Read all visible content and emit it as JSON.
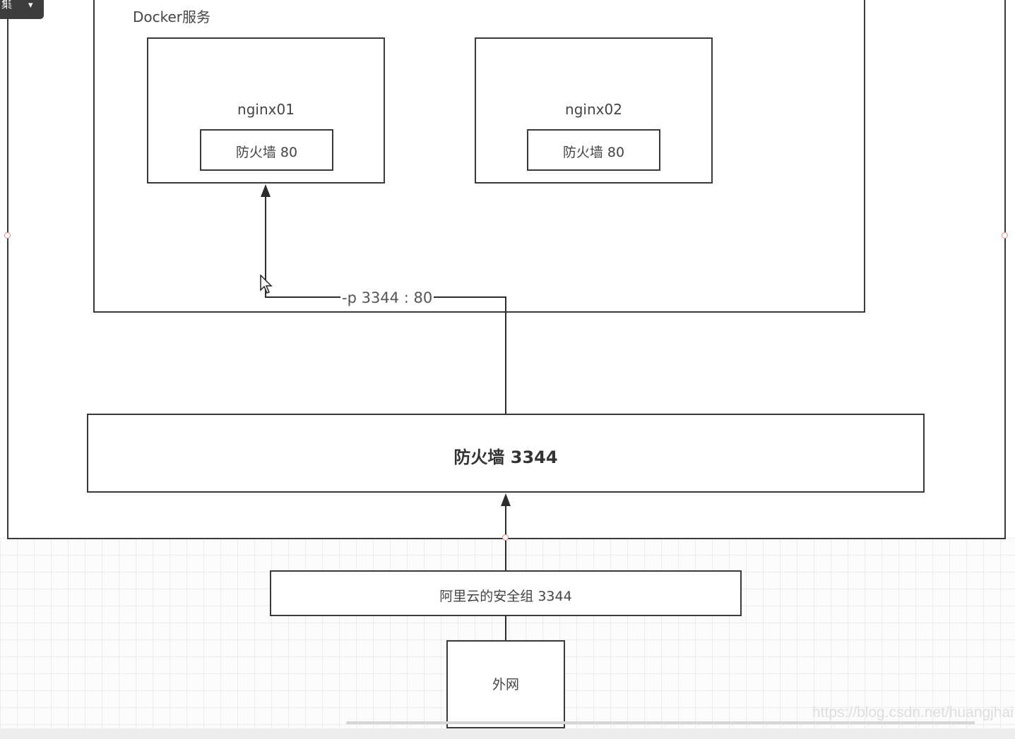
{
  "corner_menu": {
    "label": "集",
    "arrow": "▾"
  },
  "docker_service": {
    "label": "Docker服务"
  },
  "containers": [
    {
      "name": "nginx01",
      "firewall": "防火墙  80"
    },
    {
      "name": "nginx02",
      "firewall": "防火墙  80"
    }
  ],
  "port_mapping": {
    "label": "-p 3344 : 80"
  },
  "host_firewall": {
    "label": "防火墙   3344"
  },
  "security_group": {
    "label": "阿里云的安全组    3344"
  },
  "internet": {
    "label": "外网"
  },
  "watermark": {
    "text": "https://blog.csdn.net/huangjhai"
  },
  "colors": {
    "line": "#2c2c2c",
    "handle": "#e08a8a"
  }
}
